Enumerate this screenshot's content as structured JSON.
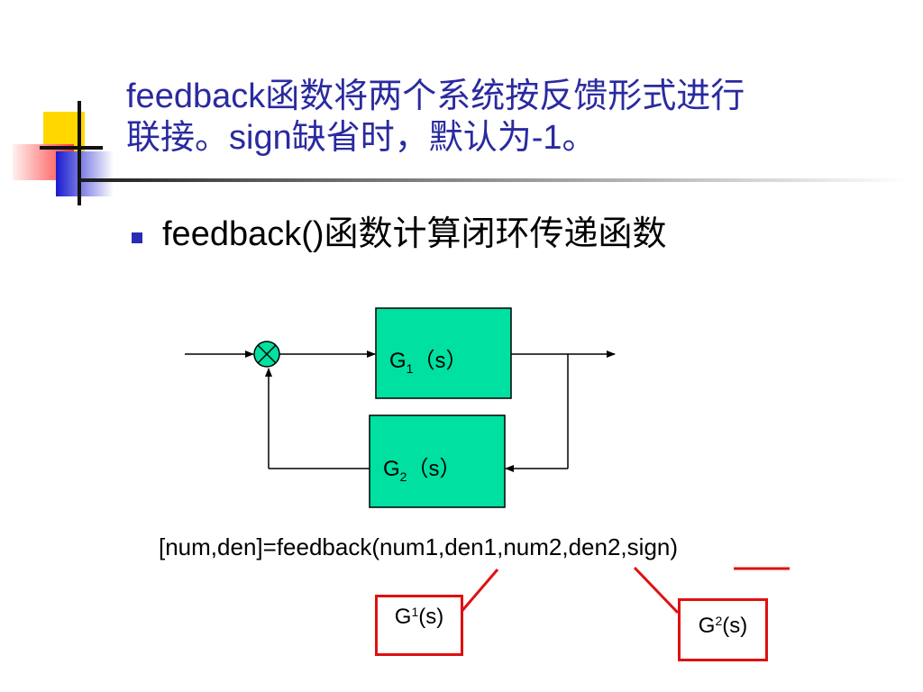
{
  "title": {
    "line1_a": "feedback",
    "line1_b": "函数将两个系统按反馈形式进行",
    "line2_a": "联接。",
    "line2_b": "sign",
    "line2_c": "缺省时，默认为",
    "line2_d": "-1",
    "line2_e": "。"
  },
  "bullet": {
    "code": "feedback()",
    "text": "函数计算闭环传递函数"
  },
  "diagram": {
    "block1": {
      "label_main": "G",
      "label_sub": "1",
      "label_arg": "（s）"
    },
    "block2": {
      "label_main": "G",
      "label_sub": "2",
      "label_arg": "（s）"
    },
    "block_color": "#00e0a0",
    "summing_color": "#00e0a0"
  },
  "formula": {
    "prefix": "[num,den]=feedback(num1,den1,num2,de",
    "underlined": "n2,",
    "suffix": "sign)"
  },
  "callouts": {
    "g1": {
      "main": "G",
      "sub": "1",
      "arg": "(s)"
    },
    "g2": {
      "main": "G",
      "sub": "2",
      "arg": "(s)"
    },
    "color": "#e01010"
  }
}
